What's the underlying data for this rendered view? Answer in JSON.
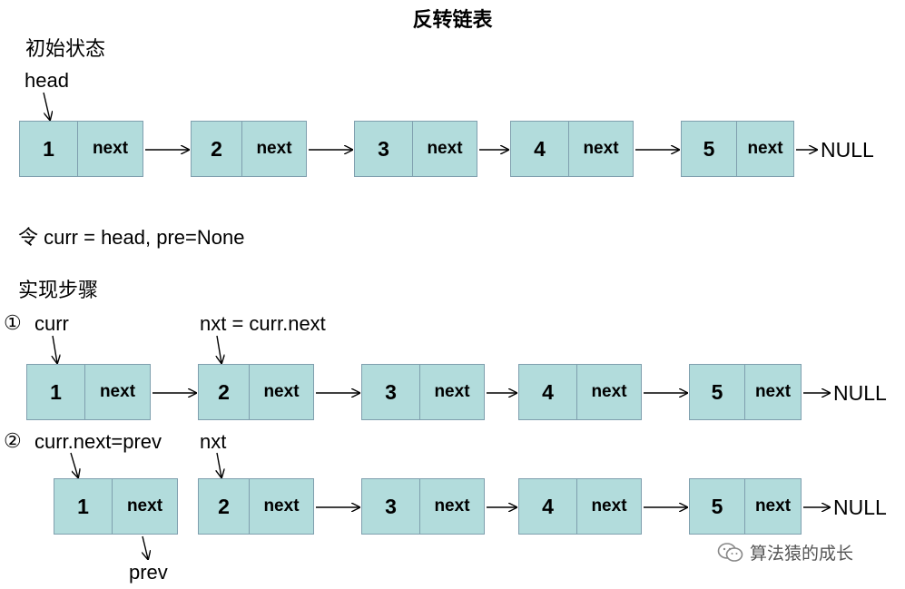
{
  "title": "反转链表",
  "initial_label": "初始状态",
  "head_label": "head",
  "assign_text": "令 curr = head, pre=None",
  "steps_label": "实现步骤",
  "step1": {
    "marker": "①",
    "curr_label": "curr",
    "nxt_label": "nxt = curr.next"
  },
  "step2": {
    "marker": "②",
    "curr_label": "curr.next=prev",
    "nxt_label": "nxt",
    "prev_label": "prev"
  },
  "node_next_label": "next",
  "null_label": "NULL",
  "rows": [
    {
      "nodes": [
        "1",
        "2",
        "3",
        "4",
        "5"
      ]
    },
    {
      "nodes": [
        "1",
        "2",
        "3",
        "4",
        "5"
      ]
    },
    {
      "nodes": [
        "1",
        "2",
        "3",
        "4",
        "5"
      ]
    }
  ],
  "watermark": "算法猿的成长",
  "colors": {
    "node_fill": "#b2dcdc",
    "node_border": "#7f9fae"
  }
}
